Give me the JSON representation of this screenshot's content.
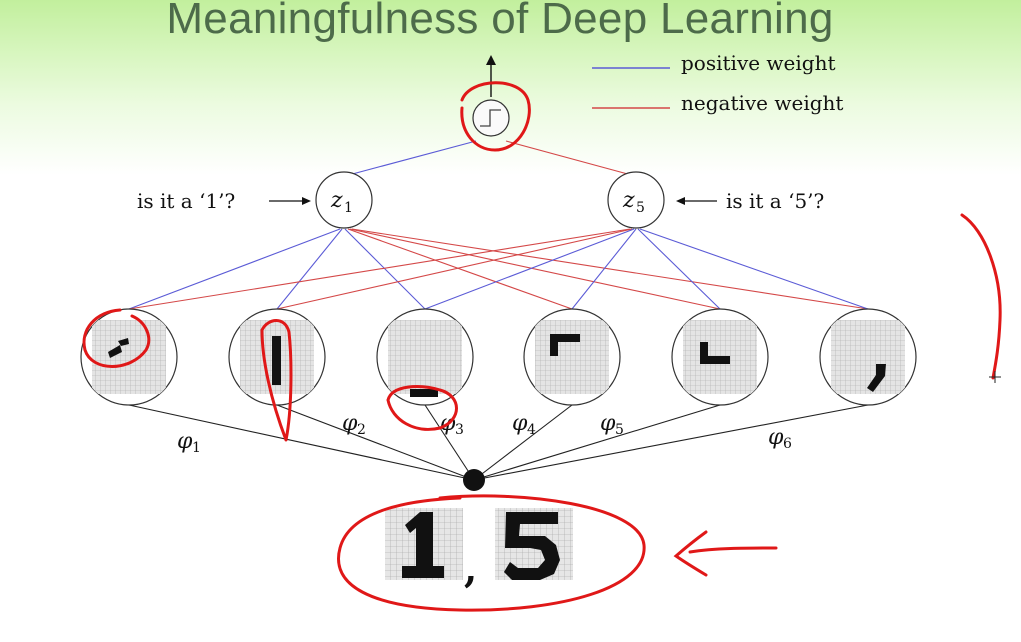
{
  "title": "Meaningfulness of Deep Learning",
  "legend": {
    "positive": {
      "label": "positive weight",
      "color": "#5b5bd6"
    },
    "negative": {
      "label": "negative weight",
      "color": "#d44848"
    }
  },
  "hidden_nodes": [
    {
      "sym": "z",
      "sub": "1",
      "caption": "is it a ‘1’?"
    },
    {
      "sym": "z",
      "sub": "5",
      "caption": "is it a ‘5’?"
    }
  ],
  "features": [
    {
      "sym": "φ",
      "sub": "1",
      "glyph": "dot-stroke"
    },
    {
      "sym": "φ",
      "sub": "2",
      "glyph": "vertical-bar"
    },
    {
      "sym": "φ",
      "sub": "3",
      "glyph": "bottom-bar"
    },
    {
      "sym": "φ",
      "sub": "4",
      "glyph": "top-left-corner"
    },
    {
      "sym": "φ",
      "sub": "5",
      "glyph": "bottom-left-corner"
    },
    {
      "sym": "φ",
      "sub": "6",
      "glyph": "comma-stroke"
    }
  ],
  "input": {
    "left": "1",
    "sep": ",",
    "right": "5"
  },
  "output_icon": "step-function-icon",
  "annotation_color": "#e01818"
}
